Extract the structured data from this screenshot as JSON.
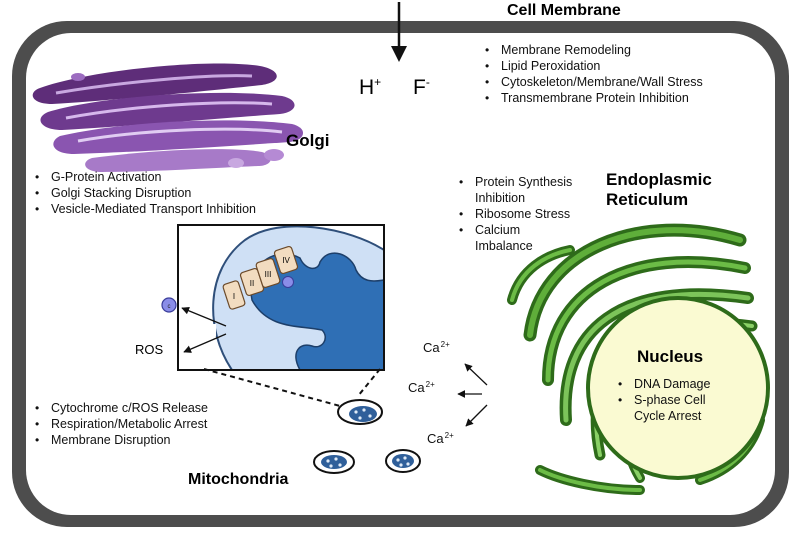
{
  "cell_membrane": {
    "title": "Cell Membrane"
  },
  "ions": {
    "h_base": "H",
    "h_sup": "+",
    "f_base": "F",
    "f_sup": "-"
  },
  "membrane_effects": [
    "Membrane Remodeling",
    "Lipid Peroxidation",
    "Cytoskeleton/Membrane/Wall Stress",
    "Transmembrane Protein Inhibition"
  ],
  "golgi": {
    "title": "Golgi",
    "effects": [
      "G-Protein Activation",
      "Golgi Stacking Disruption",
      "Vesicle-Mediated Transport Inhibition"
    ]
  },
  "er": {
    "title_line1": "Endoplasmic",
    "title_line2": "Reticulum",
    "effects": [
      [
        "Protein Synthesis",
        "Inhibition"
      ],
      [
        "Ribosome Stress"
      ],
      [
        "Calcium",
        "Imbalance"
      ]
    ]
  },
  "calcium": {
    "base": "Ca",
    "sup": "2+"
  },
  "nucleus": {
    "title": "Nucleus",
    "effects": [
      [
        "DNA Damage"
      ],
      [
        "S-phase Cell",
        "Cycle Arrest"
      ]
    ]
  },
  "mitochondria": {
    "title": "Mitochondria",
    "ros_label": "ROS",
    "cytochrome_label": "c",
    "complex_labels": [
      "I",
      "II",
      "III",
      "IV"
    ],
    "effects": [
      "Cytochrome c/ROS Release",
      "Respiration/Metabolic Arrest",
      "Membrane Disruption"
    ]
  },
  "colors": {
    "membrane_outer": "#4a4a4a",
    "cytoplasm": "#ffffff",
    "golgi_dark": "#5e2d79",
    "golgi_mid": "#8a55b0",
    "golgi_light": "#c8a8e0",
    "er_dark": "#2e6b1a",
    "er_mid": "#4e9a2e",
    "er_light": "#7cc45a",
    "nucleus_fill": "#fafad2",
    "mito_light": "#cfe0f5",
    "mito_dark": "#2f6fb5",
    "complex_fill": "#f2dcc0",
    "cytochrome_fill": "#8a8de8"
  }
}
